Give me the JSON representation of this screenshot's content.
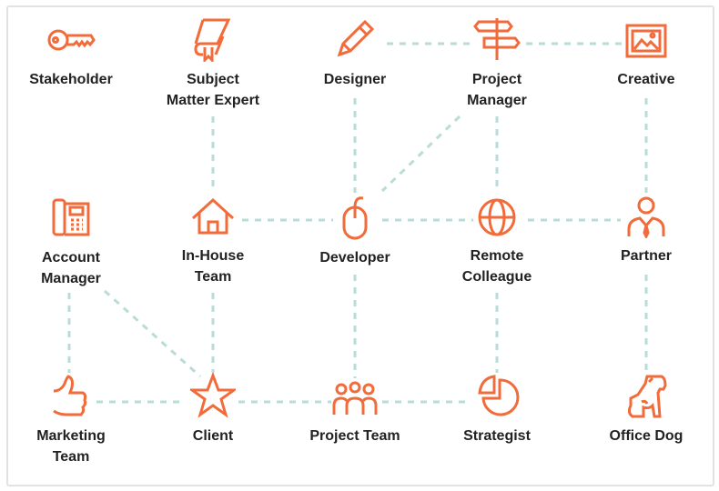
{
  "colors": {
    "accent": "#f26b3a",
    "connector": "#b9dcd9",
    "text": "#222222"
  },
  "nodes": {
    "stakeholder": {
      "label": "Stakeholder",
      "icon": "key-icon"
    },
    "sme": {
      "label": "Subject\nMatter Expert",
      "icon": "book-icon"
    },
    "designer": {
      "label": "Designer",
      "icon": "pencil-icon"
    },
    "project_manager": {
      "label": "Project\nManager",
      "icon": "signpost-icon"
    },
    "creative": {
      "label": "Creative",
      "icon": "picture-icon"
    },
    "account_manager": {
      "label": "Account\nManager",
      "icon": "phone-icon"
    },
    "inhouse": {
      "label": "In-House\nTeam",
      "icon": "house-icon"
    },
    "developer": {
      "label": "Developer",
      "icon": "mouse-icon"
    },
    "remote": {
      "label": "Remote\nColleague",
      "icon": "globe-icon"
    },
    "partner": {
      "label": "Partner",
      "icon": "person-tie-icon"
    },
    "marketing": {
      "label": "Marketing\nTeam",
      "icon": "thumbs-up-icon"
    },
    "client": {
      "label": "Client",
      "icon": "star-icon"
    },
    "project_team": {
      "label": "Project Team",
      "icon": "group-icon"
    },
    "strategist": {
      "label": "Strategist",
      "icon": "pie-chart-icon"
    },
    "office_dog": {
      "label": "Office Dog",
      "icon": "dog-icon"
    }
  },
  "edges": [
    [
      "designer",
      "project_manager"
    ],
    [
      "project_manager",
      "creative"
    ],
    [
      "sme",
      "inhouse"
    ],
    [
      "designer",
      "developer"
    ],
    [
      "project_manager",
      "remote"
    ],
    [
      "project_manager",
      "developer"
    ],
    [
      "creative",
      "partner"
    ],
    [
      "inhouse",
      "developer"
    ],
    [
      "developer",
      "remote"
    ],
    [
      "remote",
      "partner"
    ],
    [
      "inhouse",
      "client"
    ],
    [
      "developer",
      "project_team"
    ],
    [
      "remote",
      "strategist"
    ],
    [
      "partner",
      "office_dog"
    ],
    [
      "account_manager",
      "marketing"
    ],
    [
      "account_manager",
      "client"
    ],
    [
      "marketing",
      "client"
    ],
    [
      "client",
      "project_team"
    ],
    [
      "project_team",
      "strategist"
    ]
  ]
}
